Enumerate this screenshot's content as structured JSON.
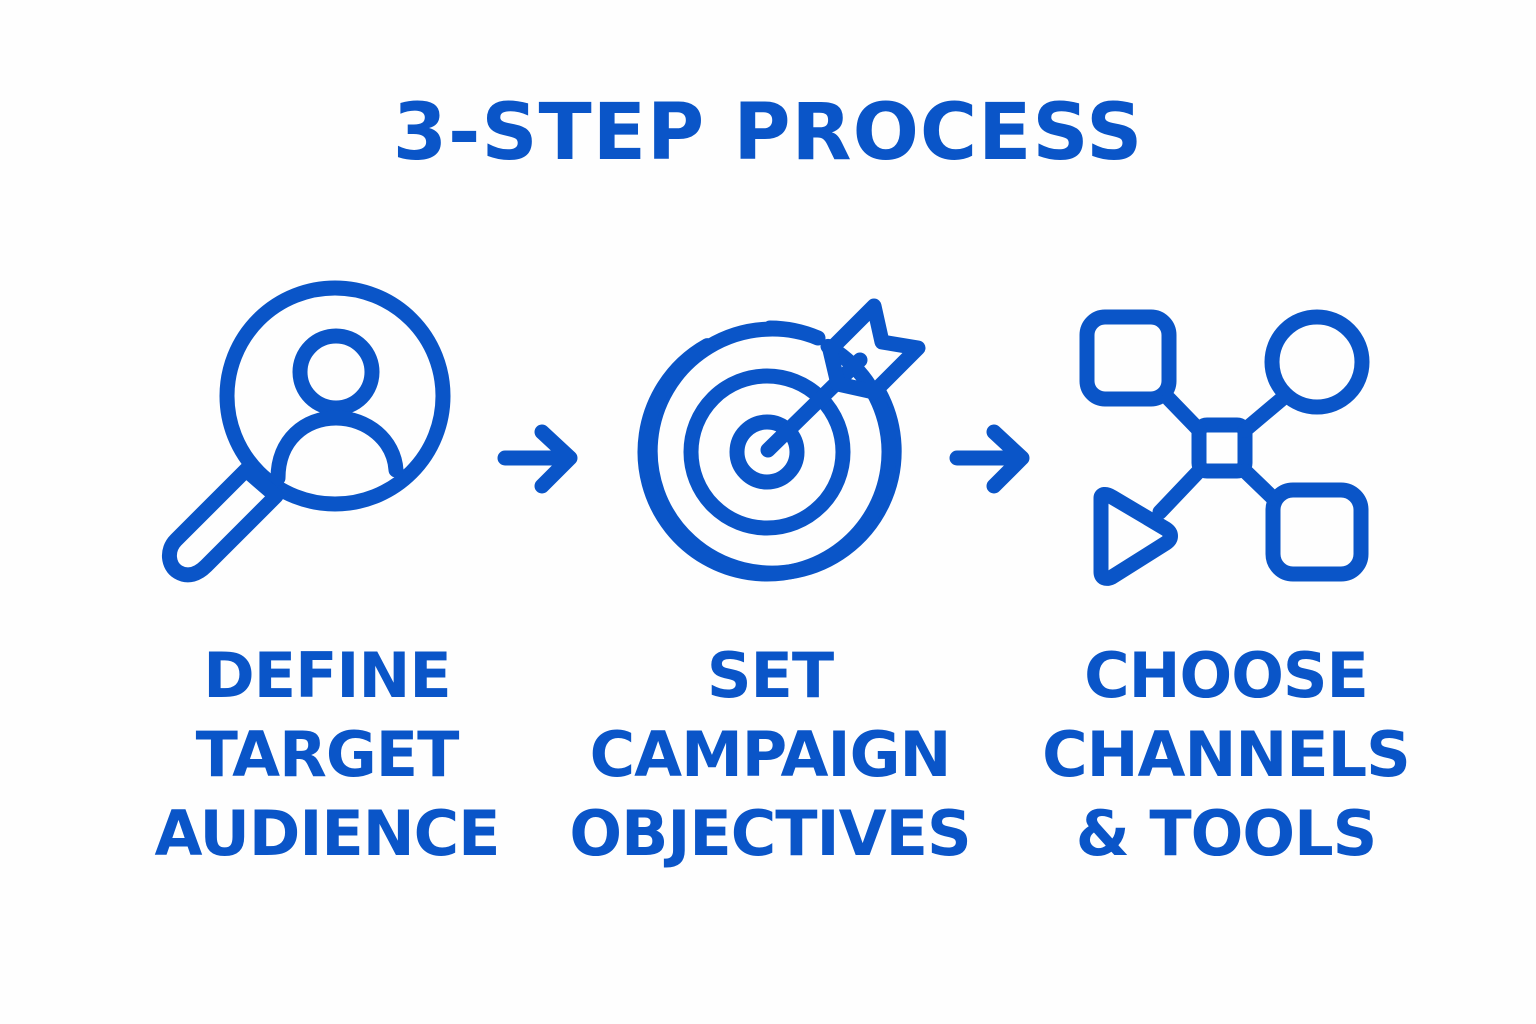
{
  "title": "3-STEP PROCESS",
  "accent_color": "#0a55c8",
  "steps": [
    {
      "icon": "magnifier-person-icon",
      "lines": [
        "DEFINE",
        "TARGET",
        "AUDIENCE"
      ]
    },
    {
      "icon": "target-arrow-icon",
      "lines": [
        "SET",
        "CAMPAIGN",
        "OBJECTIVES"
      ]
    },
    {
      "icon": "channels-network-icon",
      "lines": [
        "CHOOSE",
        "CHANNELS",
        "& TOOLS"
      ]
    }
  ]
}
